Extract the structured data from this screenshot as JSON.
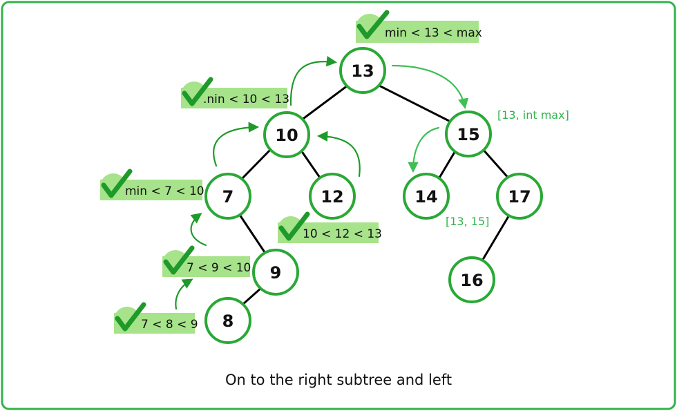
{
  "nodes": {
    "n13": "13",
    "n10": "10",
    "n15": "15",
    "n7": "7",
    "n12": "12",
    "n14": "14",
    "n17": "17",
    "n9": "9",
    "n16": "16",
    "n8": "8"
  },
  "checks": {
    "c13": "min < 13 < max",
    "c10": ".nin < 10 < 13",
    "c7": "min < 7 < 10",
    "c12": "10 < 12 < 13",
    "c9": "7 < 9 < 10",
    "c8": "7 < 8 < 9"
  },
  "ranges": {
    "r15": "[13, int max]",
    "r14": "[13, 15]"
  },
  "caption": "On to the right subtree and left",
  "colors": {
    "frame": "#2fb34a",
    "node_border": "#2aa836",
    "arrow_dark": "#1e9a2a",
    "arrow_light": "#3fbf55",
    "badge_fill": "#a6e38a",
    "check": "#1e9a2a",
    "range_text": "#2fb34a"
  }
}
